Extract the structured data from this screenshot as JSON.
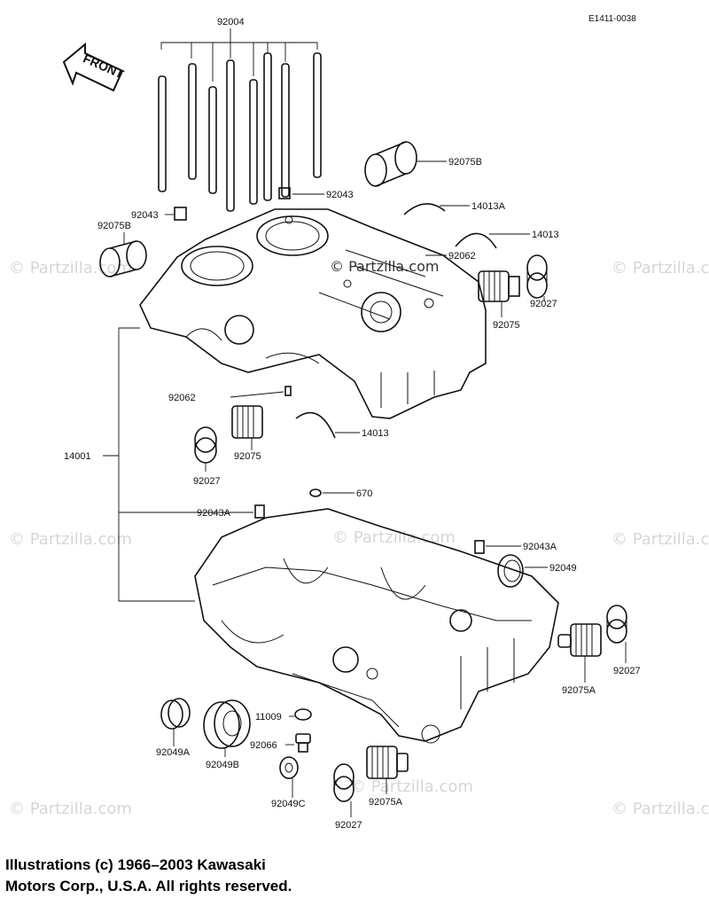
{
  "diagram_code": "E1411-0038",
  "front_label": "FRONT",
  "watermark": "© Partzilla.com",
  "copyright": {
    "line1": "Illustrations (c) 1966–2003 Kawasaki",
    "line2": "Motors Corp., U.S.A.  All rights reserved."
  },
  "parts": {
    "p92004": "92004",
    "p92075B_top": "92075B",
    "p92043_top": "92043",
    "p92043_left": "92043",
    "p92075B_left": "92075B",
    "p14013A": "14013A",
    "p14013_top": "14013",
    "p92062_top": "92062",
    "p92027_r1": "92027",
    "p92075_r1": "92075",
    "p92062_mid": "92062",
    "p14013_mid": "14013",
    "p92075_mid": "92075",
    "p14001": "14001",
    "p92027_mid": "92027",
    "p670": "670",
    "p92043A_left": "92043A",
    "p92043A_right": "92043A",
    "p92049": "92049",
    "p92027_r2": "92027",
    "p92075A_r": "92075A",
    "p11009": "11009",
    "p92066": "92066",
    "p92049A": "92049A",
    "p92049B": "92049B",
    "p92049C": "92049C",
    "p92027_bot": "92027",
    "p92075A_bot": "92075A"
  }
}
